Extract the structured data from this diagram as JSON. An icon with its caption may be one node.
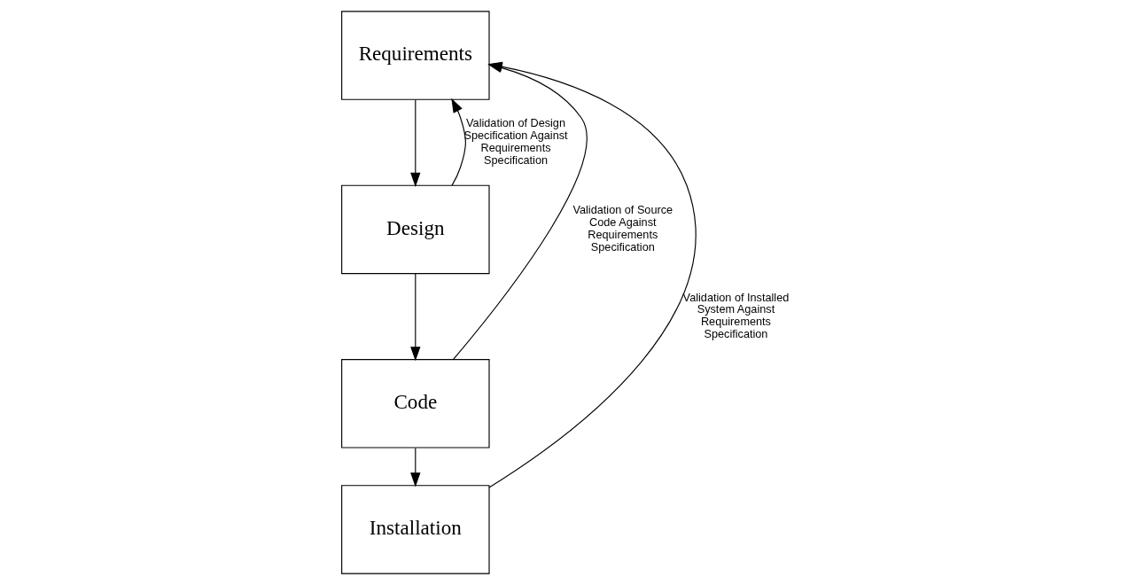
{
  "diagram": {
    "nodes": [
      {
        "text": [
          "Requirements"
        ]
      },
      {
        "text": [
          "Design"
        ]
      },
      {
        "text": [
          "Code"
        ]
      },
      {
        "text": [
          "Installation"
        ]
      }
    ],
    "edges": [
      {
        "from": 0,
        "to": 1,
        "arrow": "to"
      },
      {
        "from": 1,
        "to": 2,
        "arrow": "to"
      },
      {
        "from": 2,
        "to": 3,
        "arrow": "to"
      },
      {
        "from": 1,
        "to": 0,
        "arrow": "to",
        "label": "Validation of Design Specification Against Requirements Specification"
      },
      {
        "from": 2,
        "to": 0,
        "arrow": "to",
        "label": "Validation of Source Code Against Requirements Specification"
      },
      {
        "from": 3,
        "to": 0,
        "arrow": "to",
        "label": "Validation of Installed System Against Requirements Specification"
      }
    ]
  }
}
